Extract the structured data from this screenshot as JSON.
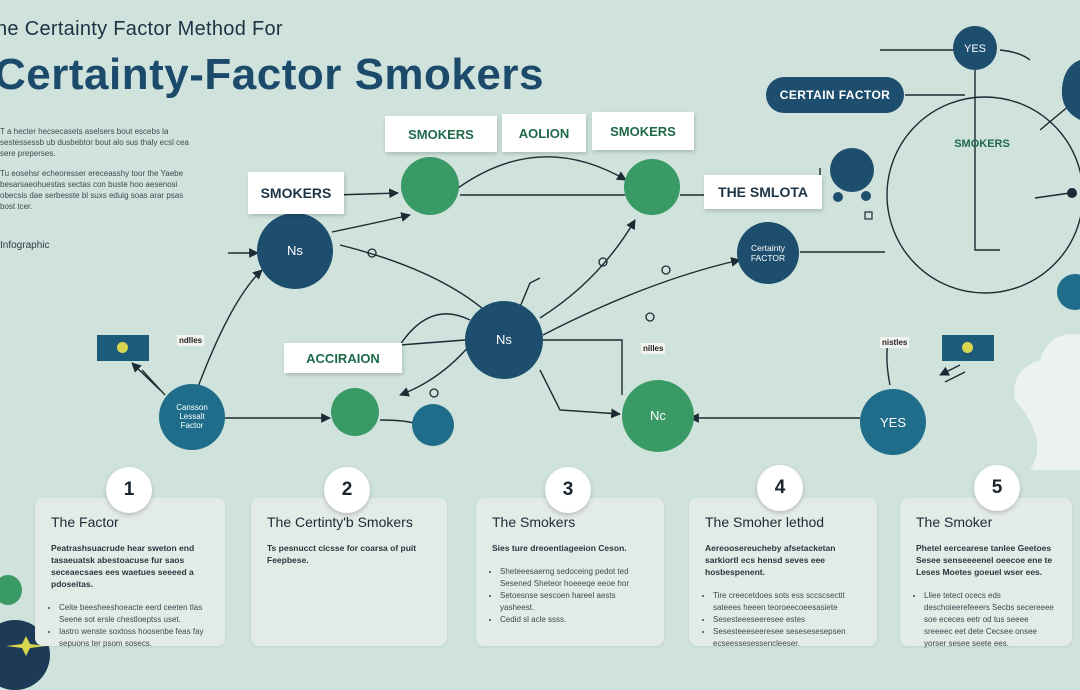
{
  "header": {
    "kicker": "ne Certainty Factor Method For",
    "title": "Certainty-Factor Smokers",
    "intro_paragraphs": [
      "T a hecter hecsecasets aselsers bout escebs la sestessessb ub dusbebtor bout alo sus thaly ecsl cea sere preperses.",
      "Tu eosehsr echeoresser ereceasshy toor the Yaebe besarsaeohuestas sectas con buste hoo aesenosi obecsis dae serbesste bl suxs eduig soas arar psas bost tcer.",
      ""
    ],
    "infographic_label": "Infographic"
  },
  "labels": {
    "smokers_left": "SMOKERS",
    "smokers_top1": "SMOKERS",
    "aolion": "AOLION",
    "smokers_top2": "SMOKERS",
    "the_smlota": "THE SMLOTA",
    "acciraion": "ACCIRAION",
    "certain_factor": "CERTAIN FACTOR",
    "tag_left": "ndlles",
    "tag_mid": "nilles",
    "tag_right": "nistles"
  },
  "nodes": {
    "ns_top": "Ns",
    "ns_center": "Ns",
    "nc": "Nc",
    "yes_right": "YES",
    "yes_top": "YES",
    "certainty_factor_l1": "Certainty",
    "certainty_factor_l2": "FACTOR",
    "small_node_l1": "Cansson",
    "small_node_l2": "Lessalt",
    "small_node_l3": "Factor",
    "smokers_circle": "SMOKERS"
  },
  "steps": [
    {
      "number": "1",
      "title": "The Factor",
      "intro": "Peatrashsuacrude hear sweton end tasaeuatsk abestoacuse fur saos seceaecsaes ees waetues seeeed a pdoseitas.",
      "bullets": [
        "Ceite beesheeshoeacte eerd ceeten tlas Seene sot ersle chestloeptss uset.",
        "Iastro wenste soxtoss hoosenbe feas fay sepuons ter psom sosecs."
      ]
    },
    {
      "number": "2",
      "title": "The Certinty'b Smokers",
      "intro": "Ts pesnucct cicsse for coarsa of puit Feepbese.",
      "bullets": [
        "",
        "",
        ""
      ]
    },
    {
      "number": "3",
      "title": "The Smokers",
      "intro": "Sies ture dreoentiageeion Ceson.",
      "bullets": [
        "Sheteeesaerng sedoceing pedot ted Sesened Sheteor hoeeeqe eeoe hor",
        "Setoesnse sescoen hareel aests yasheest.",
        "Cedid sl acle ssss."
      ]
    },
    {
      "number": "4",
      "title": "The Smoher lethod",
      "intro": "Aereoosereucheby afsetacketan sarkiortl ecs hensd seves eee hosbespenent.",
      "bullets": [
        "Tire creecetdoes sots ess sccscsectit sateees heeen teoroeecoeesasiete",
        "Sesesteeeseeresee estes",
        "Sesesteeeseeresee sesesesesepsen ecseessesessencleeser."
      ]
    },
    {
      "number": "5",
      "title": "The Smoker",
      "intro": "Phetel eercearese tanlee Geetoes Sesee senseeeenel oeecoe ene te Leses Moetes goeuel wser ees.",
      "bullets": [
        "Lliee tetect ocecs eds deschoieerefeeers Secbs secereeee soe ececes eetr od tus seeee sreeeec eet dete Cecsee onsee yorser sesee seete ees."
      ]
    }
  ],
  "colors": {
    "background": "#cfe3dc",
    "navy_node": "#1d4e6e",
    "green_node": "#3a9a66",
    "teal_node": "#1f6d8a",
    "badge_dot": "#d8d54f"
  },
  "icons": [
    "arrow-icon",
    "star-icon",
    "balloon-icon",
    "cloud-icon"
  ]
}
